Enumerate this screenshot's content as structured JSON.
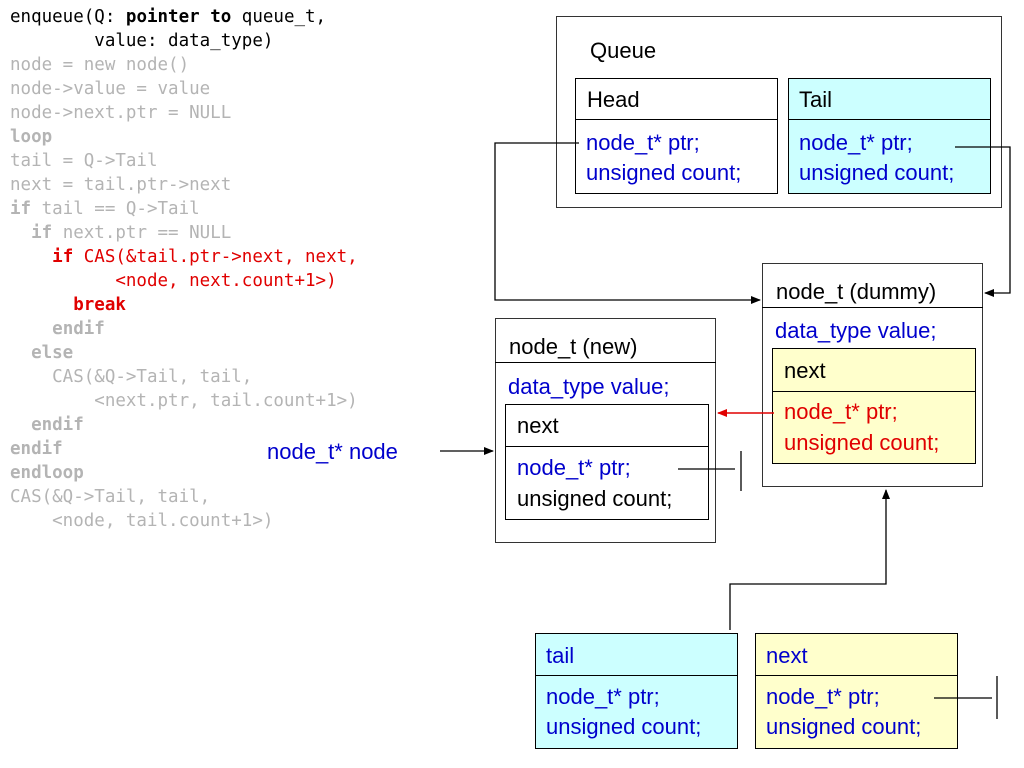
{
  "code_lines": [
    {
      "text": "enqueue(Q: pointer to queue_t,",
      "style": "cur"
    },
    {
      "text": "        value: data_type)",
      "style": "cur"
    },
    {
      "text": "node = new node()",
      "style": "dim"
    },
    {
      "text": "node->value = value",
      "style": "dim"
    },
    {
      "text": "node->next.ptr = NULL",
      "style": "dim"
    },
    {
      "text": "loop",
      "style": "dim"
    },
    {
      "text": "tail = Q->Tail",
      "style": "dim"
    },
    {
      "text": "next = tail.ptr->next",
      "style": "dim"
    },
    {
      "text": "if tail == Q->Tail",
      "style": "dim"
    },
    {
      "text": "  if next.ptr == NULL",
      "style": "dim"
    },
    {
      "text": "    if CAS(&tail.ptr->next, next,",
      "style": "hot"
    },
    {
      "text": "          <node, next.count+1>)",
      "style": "hot"
    },
    {
      "text": "      break",
      "style": "hot"
    },
    {
      "text": "    endif",
      "style": "dim"
    },
    {
      "text": "  else",
      "style": "dim"
    },
    {
      "text": "    CAS(&Q->Tail, tail,",
      "style": "dim"
    },
    {
      "text": "        <next.ptr, tail.count+1>)",
      "style": "dim"
    },
    {
      "text": "  endif",
      "style": "dim"
    },
    {
      "text": "endif",
      "style": "dim"
    },
    {
      "text": "endloop",
      "style": "dim"
    },
    {
      "text": "CAS(&Q->Tail, tail,",
      "style": "dim"
    },
    {
      "text": "    <node, tail.count+1>)",
      "style": "dim"
    }
  ],
  "queue": {
    "title": "Queue",
    "head": {
      "title": "Head",
      "ptr": "node_t* ptr;",
      "count": "unsigned count;"
    },
    "tail": {
      "title": "Tail",
      "ptr": "node_t* ptr;",
      "count": "unsigned count;"
    }
  },
  "dummy_node": {
    "title": "node_t (dummy)",
    "value": "data_type value;",
    "next": {
      "title": "next",
      "ptr": "node_t* ptr;",
      "count": "unsigned count;"
    }
  },
  "new_node": {
    "title": "node_t (new)",
    "value": "data_type value;",
    "next": {
      "title": "next",
      "ptr": "node_t* ptr;",
      "count": "unsigned count;"
    }
  },
  "node_label": "node_t* node",
  "local_tail": {
    "title": "tail",
    "ptr": "node_t* ptr;",
    "count": "unsigned count;"
  },
  "local_next": {
    "title": "next",
    "ptr": "node_t* ptr;",
    "count": "unsigned count;"
  },
  "colors": {
    "dim_code": "#b4b4b4",
    "highlight": "#e00000",
    "field_blue": "#0000cc",
    "cyan_fill": "#ccffff",
    "yellow_fill": "#ffffcc"
  }
}
